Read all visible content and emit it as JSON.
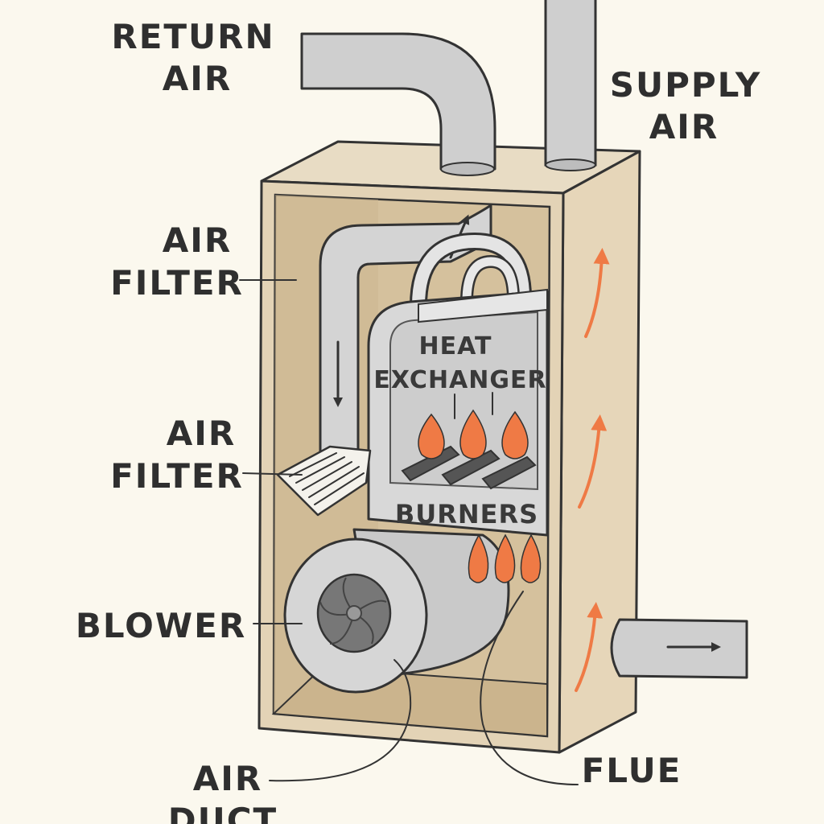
{
  "labels": {
    "return_air": [
      "RETURN",
      "AIR"
    ],
    "supply_air": [
      "SUPPLY",
      "AIR"
    ],
    "air_filter_top": [
      "AIR",
      "FILTER"
    ],
    "air_filter_bottom": [
      "AIR",
      "FILTER"
    ],
    "blower": "BLOWER",
    "air_duct": [
      "AIR",
      "DUCT"
    ],
    "flue": "FLUE",
    "heat_exchanger": [
      "HEAT",
      "EXCHANGER"
    ],
    "burners": "BURNERS"
  },
  "colors": {
    "background": "#fbf8ee",
    "cabinet": "#e3d3b6",
    "cabinet_inner": "#d5c19d",
    "duct": "#cfcfcf",
    "flame": "#ef7a45",
    "ink": "#333333"
  }
}
